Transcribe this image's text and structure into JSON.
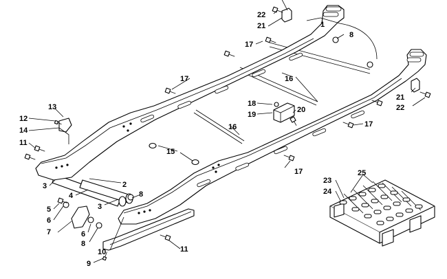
{
  "diagram": {
    "callouts": [
      "1",
      "2",
      "3",
      "3",
      "4",
      "5",
      "6",
      "6",
      "7",
      "8",
      "8",
      "8",
      "9",
      "10",
      "11",
      "11",
      "12",
      "13",
      "14",
      "15",
      "16",
      "16",
      "17",
      "17",
      "17",
      "17",
      "18",
      "19",
      "20",
      "21",
      "21",
      "22",
      "22",
      "23",
      "24",
      "25"
    ]
  }
}
